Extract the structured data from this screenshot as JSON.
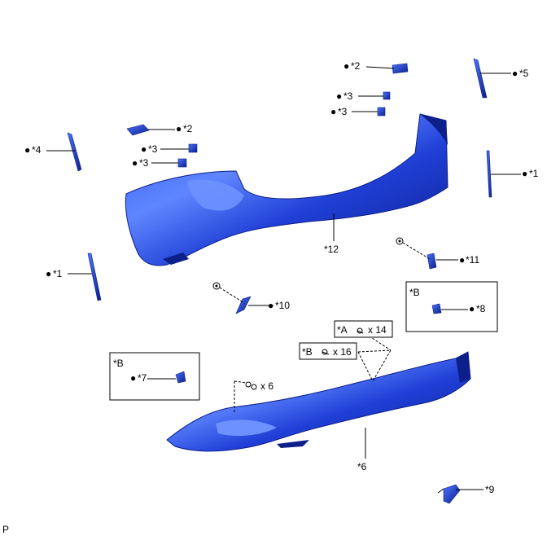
{
  "callouts": {
    "c1": "*1",
    "c2": "*2",
    "c3": "*3",
    "c4": "*4",
    "c5": "*5",
    "c6": "*6",
    "c7": "*7",
    "c8": "*8",
    "c9": "*9",
    "c10": "*10",
    "c11": "*11",
    "c12": "*12"
  },
  "boxes": {
    "a": "*A",
    "b": "*B"
  },
  "quantities": {
    "x14": "x 14",
    "x16": "x 16",
    "x6": "x 6"
  },
  "bullet": "●",
  "corner_mark": "P",
  "colors": {
    "part_blue": "#1f3fd6",
    "part_dark": "#0d1f8a",
    "part_light": "#5f86ff"
  }
}
